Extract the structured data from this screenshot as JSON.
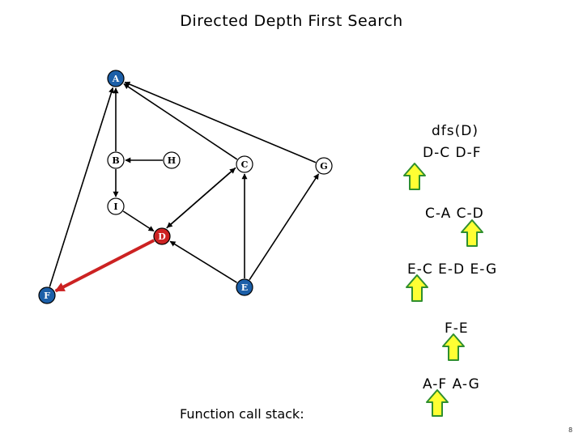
{
  "title": "Directed Depth First Search",
  "nodes": [
    {
      "id": "A",
      "label": "A",
      "fill": "#1c5fa8",
      "text": "#ffffff"
    },
    {
      "id": "B",
      "label": "B",
      "fill": "#ffffff",
      "text": "#000000"
    },
    {
      "id": "H",
      "label": "H",
      "fill": "#ffffff",
      "text": "#000000"
    },
    {
      "id": "C",
      "label": "C",
      "fill": "#ffffff",
      "text": "#000000"
    },
    {
      "id": "G",
      "label": "G",
      "fill": "#ffffff",
      "text": "#000000"
    },
    {
      "id": "I",
      "label": "I",
      "fill": "#ffffff",
      "text": "#000000"
    },
    {
      "id": "D",
      "label": "D",
      "fill": "#cc2222",
      "text": "#ffffff"
    },
    {
      "id": "E",
      "label": "E",
      "fill": "#1c5fa8",
      "text": "#ffffff"
    },
    {
      "id": "F",
      "label": "F",
      "fill": "#1c5fa8",
      "text": "#ffffff"
    }
  ],
  "edges": [
    {
      "from": "B",
      "to": "A"
    },
    {
      "from": "B",
      "to": "I"
    },
    {
      "from": "H",
      "to": "B"
    },
    {
      "from": "G",
      "to": "A"
    },
    {
      "from": "C",
      "to": "A"
    },
    {
      "from": "D",
      "to": "C"
    },
    {
      "from": "C",
      "to": "D"
    },
    {
      "from": "I",
      "to": "D"
    },
    {
      "from": "E",
      "to": "C"
    },
    {
      "from": "E",
      "to": "D"
    },
    {
      "from": "E",
      "to": "G"
    },
    {
      "from": "F",
      "to": "A"
    },
    {
      "from": "D",
      "to": "F",
      "highlight": true
    }
  ],
  "colors": {
    "highlight": "#cc2222",
    "edge": "#000000",
    "arrow_fill": "#ffff33",
    "arrow_stroke": "#2f8f2f"
  },
  "call_stack": {
    "current": "dfs(D)",
    "current_edges": "D-C  D-F",
    "frames": [
      "C-A  C-D",
      "E-C  E-D  E-G",
      "F-E",
      "A-F  A-G"
    ],
    "label": "Function call stack:"
  },
  "page_number": "8"
}
